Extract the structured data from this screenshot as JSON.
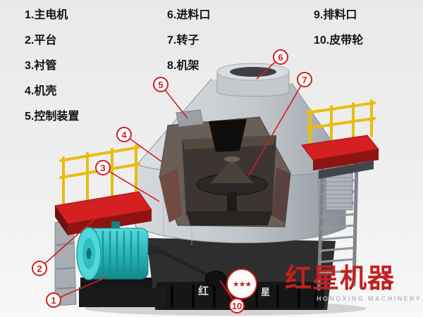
{
  "legend": {
    "columns": [
      {
        "items": [
          {
            "text": "1.主电机"
          },
          {
            "text": "2.平台"
          },
          {
            "text": "3.衬管"
          },
          {
            "text": "4.机壳"
          },
          {
            "text": "5.控制装置"
          }
        ]
      },
      {
        "items": [
          {
            "text": "6.进料口"
          },
          {
            "text": "7.转子"
          },
          {
            "text": "8.机架"
          }
        ]
      },
      {
        "items": [
          {
            "text": "9.排料口"
          },
          {
            "text": "10.皮带轮"
          }
        ]
      }
    ]
  },
  "callouts": [
    {
      "num": "1"
    },
    {
      "num": "2"
    },
    {
      "num": "3"
    },
    {
      "num": "4"
    },
    {
      "num": "5"
    },
    {
      "num": "6"
    },
    {
      "num": "7"
    },
    {
      "num": "10"
    }
  ],
  "logo": {
    "brand": "红星机器",
    "subtitle": "HONGXING MACHINERY",
    "stars": "★★★",
    "watermark_left": "红",
    "watermark_right": "星"
  },
  "colors": {
    "accent-red": "#d01f1f",
    "platform-red": "#d42020",
    "railing-yellow": "#e8bd0f",
    "motor-teal": "#2bbfc3",
    "body-gray": "#bfc5ca",
    "background": "#ededed"
  }
}
